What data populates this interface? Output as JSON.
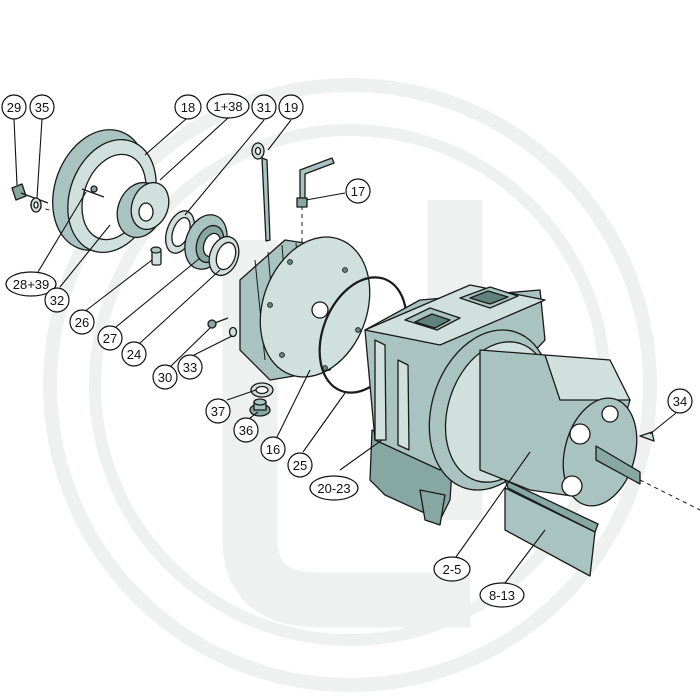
{
  "diagram": {
    "colors": {
      "part_light": "#cfe0dd",
      "part_mid": "#a9c4c0",
      "part_dark": "#86a7a2",
      "part_shadow": "#5f827d",
      "watermark": "#eef1ef",
      "outline": "#1a1a1a"
    },
    "watermark": {
      "icon": "gw-brand-watermark"
    },
    "labels": [
      {
        "id": "29",
        "text": "29"
      },
      {
        "id": "35",
        "text": "35"
      },
      {
        "id": "18",
        "text": "18"
      },
      {
        "id": "1+38",
        "text": "1+38"
      },
      {
        "id": "31",
        "text": "31"
      },
      {
        "id": "19",
        "text": "19"
      },
      {
        "id": "17",
        "text": "17"
      },
      {
        "id": "28+39",
        "text": "28+39"
      },
      {
        "id": "32",
        "text": "32"
      },
      {
        "id": "26",
        "text": "26"
      },
      {
        "id": "27",
        "text": "27"
      },
      {
        "id": "24",
        "text": "24"
      },
      {
        "id": "30",
        "text": "30"
      },
      {
        "id": "33",
        "text": "33"
      },
      {
        "id": "37",
        "text": "37"
      },
      {
        "id": "36",
        "text": "36"
      },
      {
        "id": "16",
        "text": "16"
      },
      {
        "id": "25",
        "text": "25"
      },
      {
        "id": "20-23",
        "text": "20-23"
      },
      {
        "id": "34",
        "text": "34"
      },
      {
        "id": "2-5",
        "text": "2-5"
      },
      {
        "id": "8-13",
        "text": "8-13"
      }
    ]
  }
}
